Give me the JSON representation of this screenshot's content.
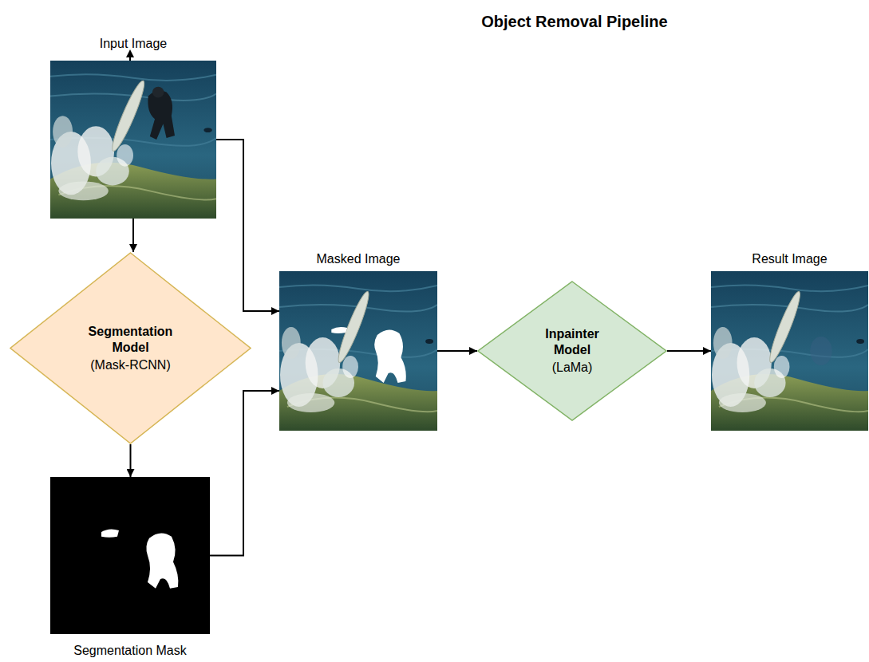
{
  "diagram": {
    "title": "Object Removal Pipeline",
    "nodes": [
      {
        "text": [
          "Input Image"
        ]
      },
      {
        "text": [
          "Segmentation Model",
          "(Mask-RCNN)"
        ]
      },
      {
        "text": [
          "Masked Image"
        ]
      },
      {
        "text": [
          "Inpainter Model",
          "(LaMa)"
        ]
      },
      {
        "text": [
          "Result Image"
        ]
      },
      {
        "text": [
          "Segmentation Mask"
        ]
      }
    ],
    "edges": [
      {
        "from": 0,
        "to": 1,
        "arrow": "to"
      },
      {
        "from": 1,
        "to": 5,
        "arrow": "to"
      },
      {
        "from": 0,
        "to": 2,
        "arrow": "to"
      },
      {
        "from": 5,
        "to": 2,
        "arrow": "to"
      },
      {
        "from": 2,
        "to": 3,
        "arrow": "to"
      },
      {
        "from": 3,
        "to": 4,
        "arrow": "to"
      }
    ]
  }
}
